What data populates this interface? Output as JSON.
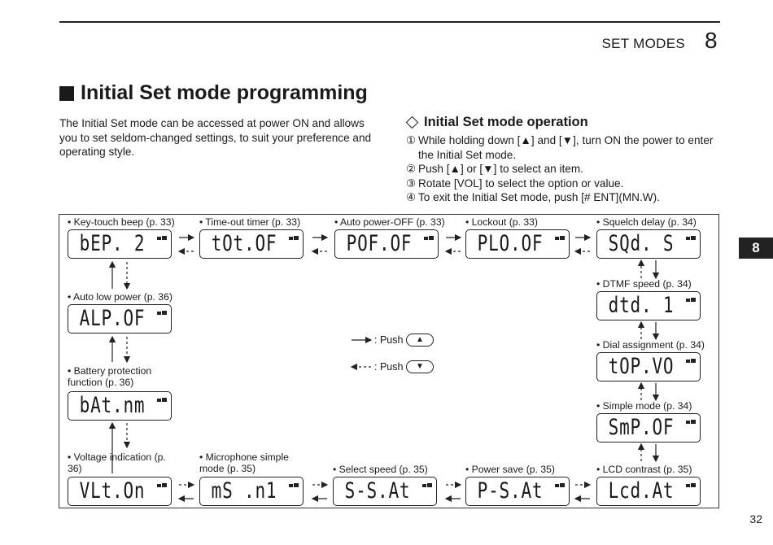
{
  "header": {
    "section": "SET MODES",
    "chapter": "8",
    "tab": "8",
    "page": "32"
  },
  "title": "Initial Set mode programming",
  "intro": "The Initial Set mode can be accessed at power ON and allows you to set seldom-changed settings, to suit your preference and operating style.",
  "operation": {
    "heading": "Initial Set mode operation",
    "steps": [
      {
        "num": "①",
        "text": "While holding down [▲] and [▼], turn ON the power to enter the Initial Set mode."
      },
      {
        "num": "②",
        "text": "Push [▲] or [▼] to select an item."
      },
      {
        "num": "③",
        "text": "Rotate [VOL] to select the option or value."
      },
      {
        "num": "④",
        "text": "To exit the Initial Set mode, push [# ENT](MN.W)."
      }
    ]
  },
  "legend": {
    "up_text": ": Push",
    "down_text": ": Push",
    "up_key": "▲",
    "down_key": "▼"
  },
  "items": [
    {
      "label": "• Key-touch beep (p. 33)",
      "display": "bEP. 2"
    },
    {
      "label": "• Time-out timer (p. 33)",
      "display": "tOt.OF"
    },
    {
      "label": "• Auto power-OFF (p. 33)",
      "display": "POF.OF"
    },
    {
      "label": "• Lockout (p. 33)",
      "display": "PLO.OF"
    },
    {
      "label": "• Squelch delay (p. 34)",
      "display": "SQd. S"
    },
    {
      "label": "• DTMF speed (p. 34)",
      "display": "dtd. 1"
    },
    {
      "label": "• Dial assignment (p. 34)",
      "display": "tOP.VO"
    },
    {
      "label": "• Simple mode (p. 34)",
      "display": "SmP.OF"
    },
    {
      "label": "• LCD contrast (p. 35)",
      "display": "Lcd.At"
    },
    {
      "label": "• Power save (p. 35)",
      "display": "P-S.At"
    },
    {
      "label": "• Select speed (p. 35)",
      "display": "S-S.At"
    },
    {
      "label": "• Microphone simple mode (p. 35)",
      "display": "mS .n1"
    },
    {
      "label": "• Voltage indication (p. 36)",
      "display": "VLt.On"
    },
    {
      "label": "• Battery protection function (p. 36)",
      "display": "bAt.nm"
    },
    {
      "label": "• Auto low power (p. 36)",
      "display": "ALP.OF"
    }
  ]
}
